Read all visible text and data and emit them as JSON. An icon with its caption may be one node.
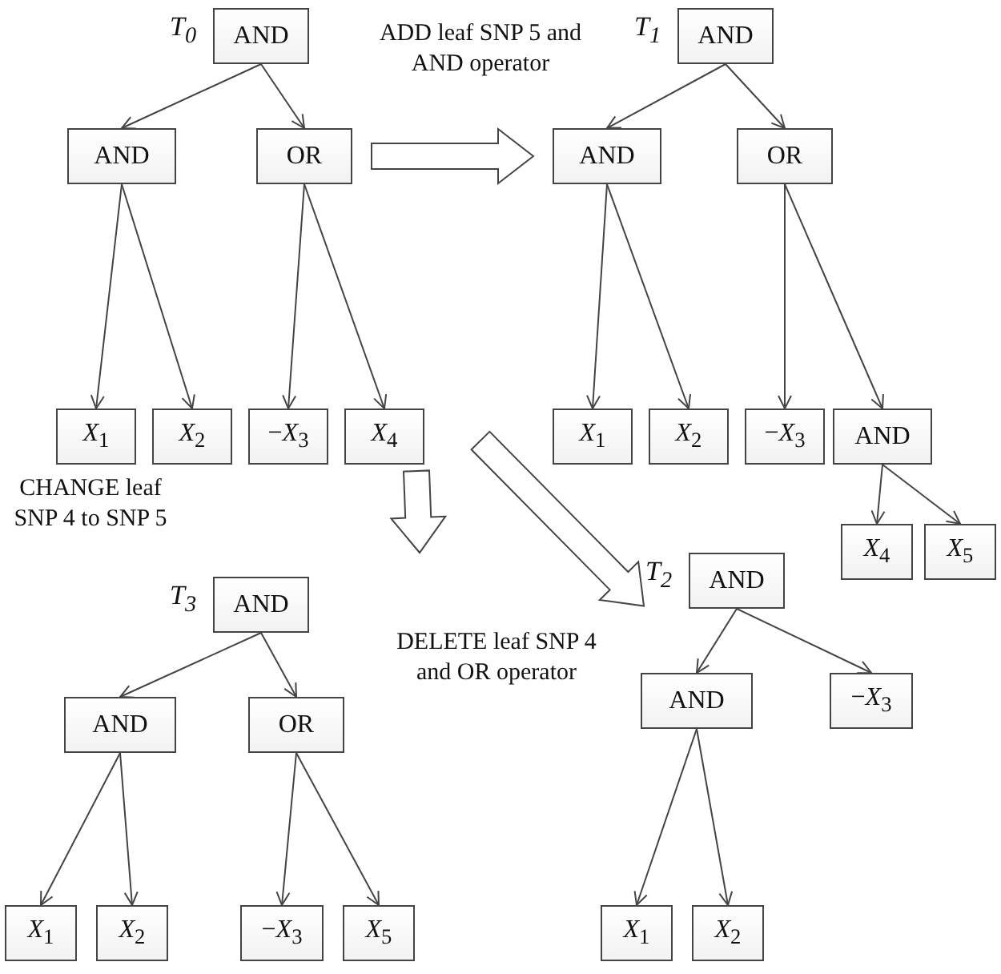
{
  "diagram": {
    "nodes": [
      {
        "text": [
          "AND"
        ],
        "beside": [
          "*T*$_{0}$"
        ]
      },
      {
        "text": [
          "AND"
        ]
      },
      {
        "text": [
          "OR"
        ]
      },
      {
        "text": [
          "*X*$_{1}$"
        ]
      },
      {
        "text": [
          "*X*$_{2}$"
        ]
      },
      {
        "text": [
          "−*X*$_{3}$"
        ]
      },
      {
        "text": [
          "*X*$_{4}$"
        ]
      },
      {
        "text": [
          "AND"
        ],
        "beside": [
          "*T*$_{1}$"
        ]
      },
      {
        "text": [
          "AND"
        ]
      },
      {
        "text": [
          "OR"
        ]
      },
      {
        "text": [
          "*X*$_{1}$"
        ]
      },
      {
        "text": [
          "*X*$_{2}$"
        ]
      },
      {
        "text": [
          "−*X*$_{3}$"
        ]
      },
      {
        "text": [
          "AND"
        ]
      },
      {
        "text": [
          "*X*$_{4}$"
        ]
      },
      {
        "text": [
          "*X*$_{5}$"
        ]
      },
      {
        "text": [
          "AND"
        ],
        "beside": [
          "*T*$_{3}$"
        ]
      },
      {
        "text": [
          "AND"
        ]
      },
      {
        "text": [
          "OR"
        ]
      },
      {
        "text": [
          "*X*$_{1}$"
        ]
      },
      {
        "text": [
          "*X*$_{2}$"
        ]
      },
      {
        "text": [
          "−*X*$_{3}$"
        ]
      },
      {
        "text": [
          "*X*$_{5}$"
        ]
      },
      {
        "text": [
          "AND"
        ],
        "beside": [
          "*T*$_{2}$"
        ]
      },
      {
        "text": [
          "AND"
        ]
      },
      {
        "text": [
          "−*X*$_{3}$"
        ]
      },
      {
        "text": [
          "*X*$_{1}$"
        ]
      },
      {
        "text": [
          "*X*$_{2}$"
        ]
      }
    ],
    "edges": [
      {
        "from": 0,
        "to": 1,
        "arrow": "to"
      },
      {
        "from": 0,
        "to": 2,
        "arrow": "to"
      },
      {
        "from": 1,
        "to": 3,
        "arrow": "to"
      },
      {
        "from": 1,
        "to": 4,
        "arrow": "to"
      },
      {
        "from": 2,
        "to": 5,
        "arrow": "to"
      },
      {
        "from": 2,
        "to": 6,
        "arrow": "to"
      },
      {
        "from": 7,
        "to": 8,
        "arrow": "to"
      },
      {
        "from": 7,
        "to": 9,
        "arrow": "to"
      },
      {
        "from": 8,
        "to": 10,
        "arrow": "to"
      },
      {
        "from": 8,
        "to": 11,
        "arrow": "to"
      },
      {
        "from": 9,
        "to": 12,
        "arrow": "to"
      },
      {
        "from": 9,
        "to": 13,
        "arrow": "to"
      },
      {
        "from": 13,
        "to": 14,
        "arrow": "to"
      },
      {
        "from": 13,
        "to": 15,
        "arrow": "to"
      },
      {
        "from": 16,
        "to": 17,
        "arrow": "to"
      },
      {
        "from": 16,
        "to": 18,
        "arrow": "to"
      },
      {
        "from": 17,
        "to": 19,
        "arrow": "to"
      },
      {
        "from": 17,
        "to": 20,
        "arrow": "to"
      },
      {
        "from": 18,
        "to": 21,
        "arrow": "to"
      },
      {
        "from": 18,
        "to": 22,
        "arrow": "to"
      },
      {
        "from": 23,
        "to": 24,
        "arrow": "to"
      },
      {
        "from": 23,
        "to": 25,
        "arrow": "to"
      },
      {
        "from": 24,
        "to": 26,
        "arrow": "to"
      },
      {
        "from": 24,
        "to": 27,
        "arrow": "to"
      },
      {
        "from": 2,
        "to": 8,
        "arrow": "to",
        "style": "thick"
      },
      {
        "from": 6,
        "to": null,
        "arrow": "to",
        "style": "thick"
      },
      {
        "from": null,
        "to": 23,
        "arrow": "to",
        "style": "thick"
      }
    ],
    "labels": [
      "ADD leaf SNP 5 and AND operator",
      "CHANGE leaf SNP 4 to SNP 5",
      "DELETE leaf SNP 4 and OR operator"
    ]
  }
}
